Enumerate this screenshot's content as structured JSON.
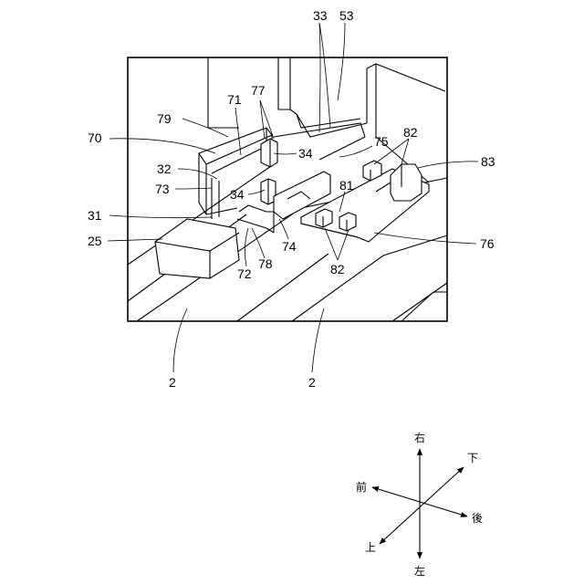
{
  "figure": {
    "labels": {
      "l33": "33",
      "l53": "53",
      "l77": "77",
      "l71": "71",
      "l79": "79",
      "l70": "70",
      "l34a": "34",
      "l75": "75",
      "l82a": "82",
      "l83": "83",
      "l32": "32",
      "l73": "73",
      "l34b": "34",
      "l81": "81",
      "l31": "31",
      "l25": "25",
      "l74": "74",
      "l76": "76",
      "l72": "72",
      "l78": "78",
      "l82b": "82",
      "l2a": "2",
      "l2b": "2"
    }
  },
  "compass": {
    "up": "右",
    "down": "左",
    "upper_right": "下",
    "lower_left": "上",
    "left": "前",
    "right": "後"
  }
}
